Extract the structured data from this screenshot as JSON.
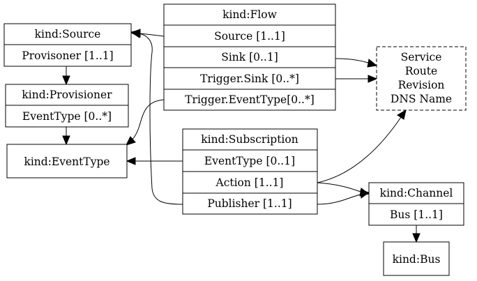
{
  "nodes": {
    "source": {
      "title": "kind:Source",
      "fields": [
        "Provisoner [1..1]"
      ]
    },
    "provisioner": {
      "title": "kind:Provisioner",
      "fields": [
        "EventType [0..*]"
      ]
    },
    "eventtype": {
      "title": "kind:EventType"
    },
    "flow": {
      "title": "kind:Flow",
      "fields": [
        "Source [1..1]",
        "Sink [0..1]",
        "Trigger.Sink [0..*]",
        "Trigger.EventType[0..*]"
      ]
    },
    "service": {
      "lines": [
        "Service",
        "Route",
        "Revision",
        "DNS Name"
      ]
    },
    "subscription": {
      "title": "kind:Subscription",
      "fields": [
        "EventType [0..1]",
        "Action [1..1]",
        "Publisher [1..1]"
      ]
    },
    "channel": {
      "title": "kind:Channel",
      "fields": [
        "Bus [1..1]"
      ]
    },
    "bus": {
      "title": "kind:Bus"
    }
  }
}
